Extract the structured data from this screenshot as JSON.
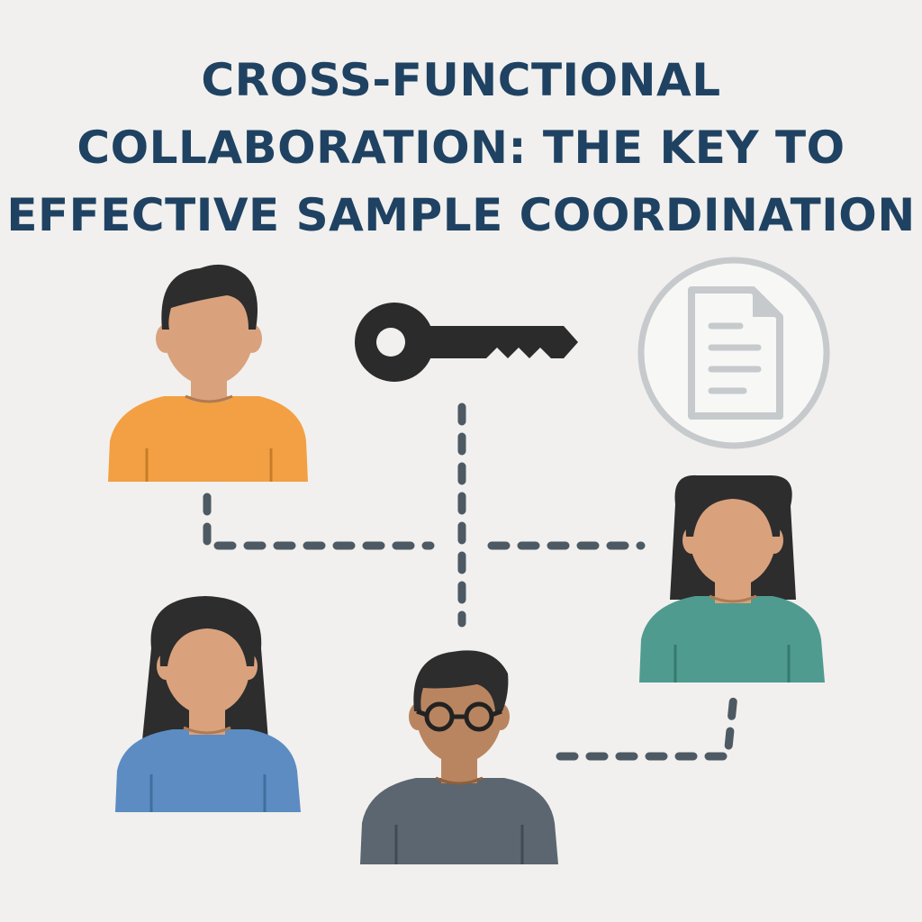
{
  "title": {
    "line1": "CROSS-FUNCTIONAL",
    "line2": "COLLABORATION: THE KEY TO",
    "line3": "EFFECTIVE SAMPLE COORDINATION"
  },
  "colors": {
    "title": "#1f4262",
    "background": "#f1f0ee",
    "connector": "#4d5a63",
    "skin": "#d9a27d",
    "skin_dark": "#b07a52",
    "hair": "#2d2d2d",
    "key": "#2b2b2b",
    "document": "#c6cacc",
    "shirt_orange": "#f2a043",
    "shirt_teal": "#4f9b8f",
    "shirt_blue": "#5c8cc2",
    "shirt_gray": "#5b6670"
  },
  "icons": [
    "person-icon",
    "key-icon",
    "document-icon",
    "glasses-icon"
  ]
}
